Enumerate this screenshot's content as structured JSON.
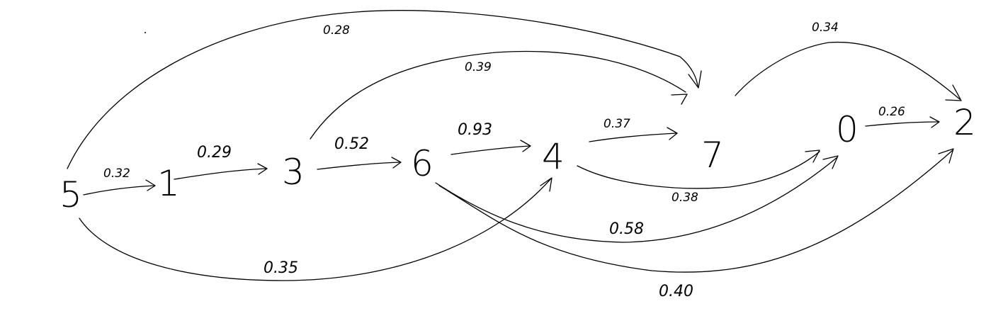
{
  "nodes": [
    "5",
    "1",
    "3",
    "6",
    "4",
    "7",
    "0",
    "2"
  ],
  "edges": [
    {
      "from": "5",
      "to": "1",
      "weight": "0.32"
    },
    {
      "from": "1",
      "to": "3",
      "weight": "0.29"
    },
    {
      "from": "3",
      "to": "6",
      "weight": "0.52"
    },
    {
      "from": "6",
      "to": "4",
      "weight": "0.93"
    },
    {
      "from": "4",
      "to": "7",
      "weight": "0.37"
    },
    {
      "from": "0",
      "to": "2",
      "weight": "0.26"
    },
    {
      "from": "5",
      "to": "7",
      "weight": "0.28"
    },
    {
      "from": "3",
      "to": "7",
      "weight": "0.39"
    },
    {
      "from": "7",
      "to": "2",
      "weight": "0.34"
    },
    {
      "from": "5",
      "to": "4",
      "weight": "0.35"
    },
    {
      "from": "4",
      "to": "0",
      "weight": "0.38"
    },
    {
      "from": "6",
      "to": "0",
      "weight": "0.58"
    },
    {
      "from": "6",
      "to": "2",
      "weight": "0.40"
    }
  ]
}
